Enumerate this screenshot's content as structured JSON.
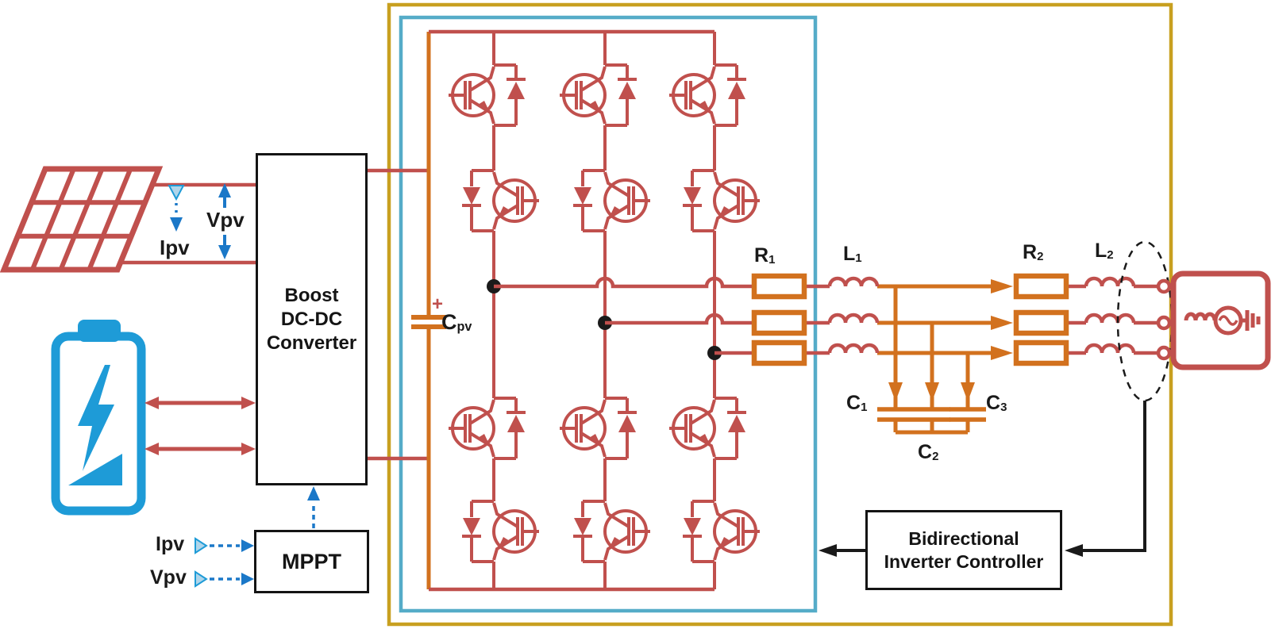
{
  "labels": {
    "pv": {
      "vpv": "Vpv",
      "ipv": "Ipv"
    },
    "boost": {
      "line1": "Boost",
      "line2": "DC-DC",
      "line3": "Converter"
    },
    "mppt": {
      "title": "MPPT",
      "ipv": "Ipv",
      "vpv": "Vpv"
    },
    "controller": {
      "line1": "Bidirectional",
      "line2": "Inverter Controller"
    },
    "cpv": {
      "plus": "+",
      "t": "C",
      "s": "pv"
    },
    "r1": {
      "t": "R",
      "s": "1"
    },
    "l1": {
      "t": "L",
      "s": "1"
    },
    "r2": {
      "t": "R",
      "s": "2"
    },
    "l2": {
      "t": "L",
      "s": "2"
    },
    "c1": {
      "t": "C",
      "s": "1"
    },
    "c2": {
      "t": "C",
      "s": "2"
    },
    "c3": {
      "t": "C",
      "s": "3"
    }
  },
  "colors": {
    "circuit_red": "#C0504D",
    "component_orange": "#D2711E",
    "outer_border_gold": "#C8A020",
    "inverter_border_cyan": "#55ACC8",
    "battery_blue": "#1E9BD7",
    "signal_blue": "#1B78C8",
    "light_triangle": "#AFD5EA"
  }
}
